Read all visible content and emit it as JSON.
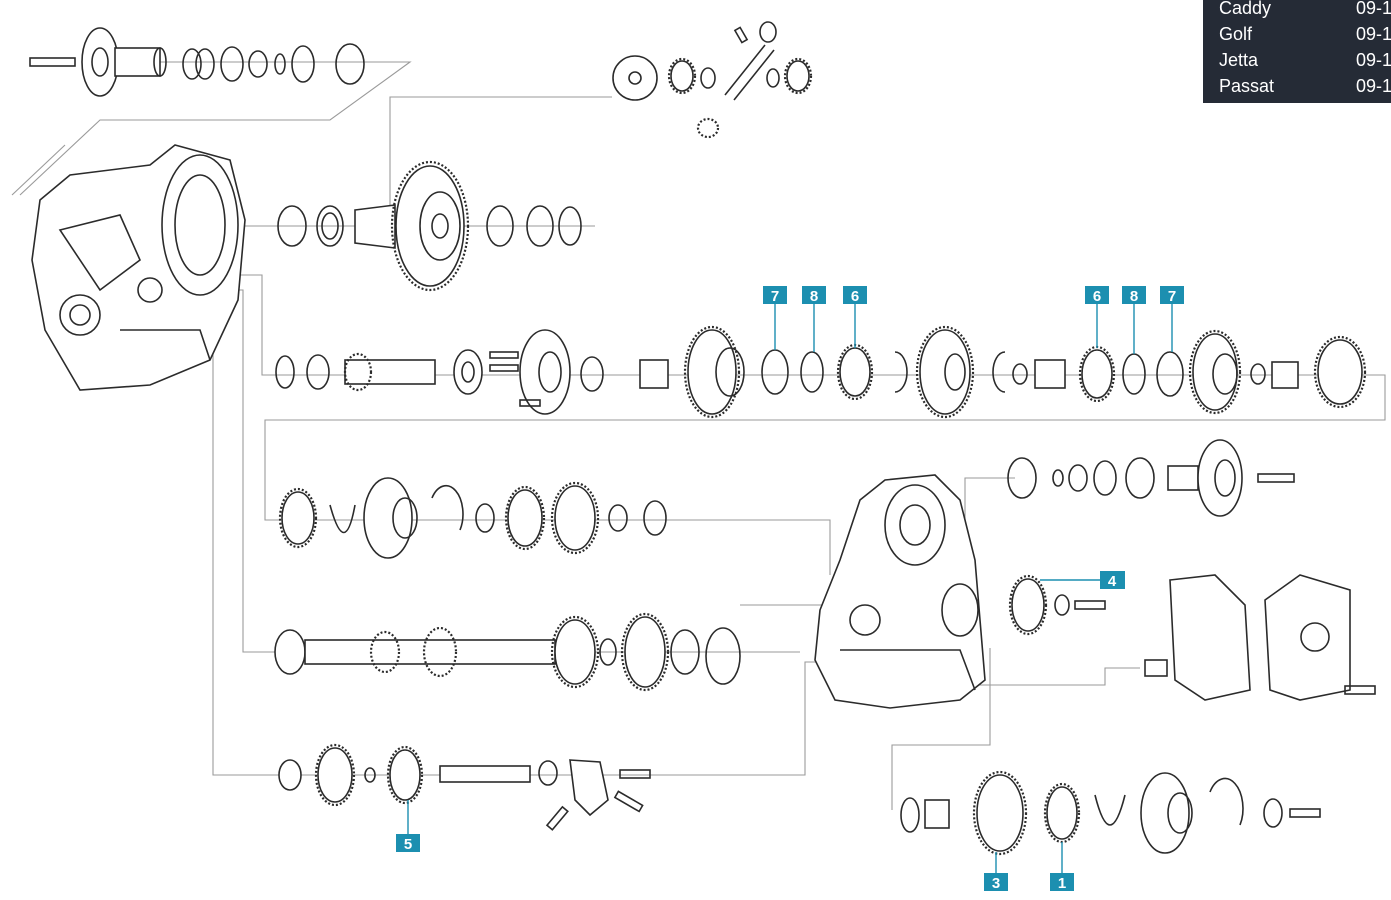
{
  "models": [
    {
      "name": "Caddy",
      "years": "09-1"
    },
    {
      "name": "Golf",
      "years": "09-1"
    },
    {
      "name": "Jetta",
      "years": "09-1"
    },
    {
      "name": "Passat",
      "years": "09-1"
    }
  ],
  "callouts": [
    "7",
    "8",
    "6",
    "6",
    "8",
    "7",
    "4",
    "5",
    "3",
    "1"
  ],
  "colors": {
    "callout": "#1c8fb0",
    "table_bg": "#252b36",
    "line_art": "#2b2b2b",
    "leader": "#9a9a9a"
  }
}
